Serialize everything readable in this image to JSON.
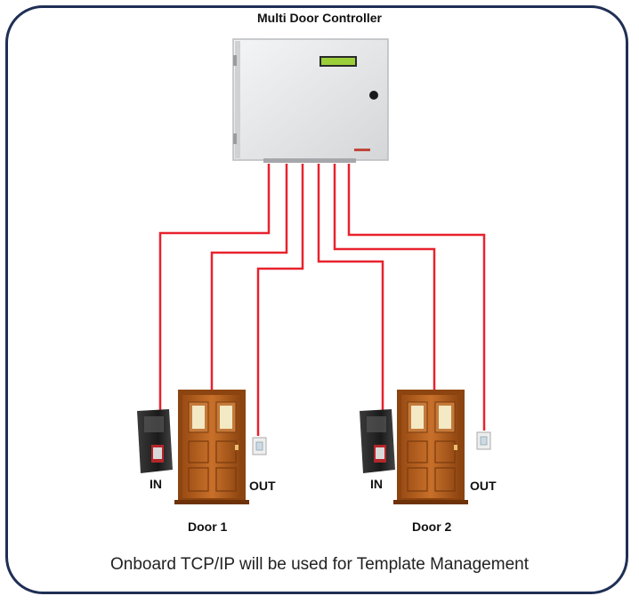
{
  "title": "Multi Door Controller",
  "doors": [
    {
      "name": "Door 1",
      "in_label": "IN",
      "out_label": "OUT"
    },
    {
      "name": "Door 2",
      "in_label": "IN",
      "out_label": "OUT"
    }
  ],
  "caption": "Onboard TCP/IP will be used for Template Management",
  "colors": {
    "frame": "#1f2f55",
    "wire": "#e8222e",
    "controller": "#e9eaeb",
    "lcd": "#9bcf3a",
    "door": "#b8621e"
  },
  "icons": [
    "controller-box",
    "lcd-display",
    "fingerprint-reader",
    "door",
    "exit-button"
  ]
}
